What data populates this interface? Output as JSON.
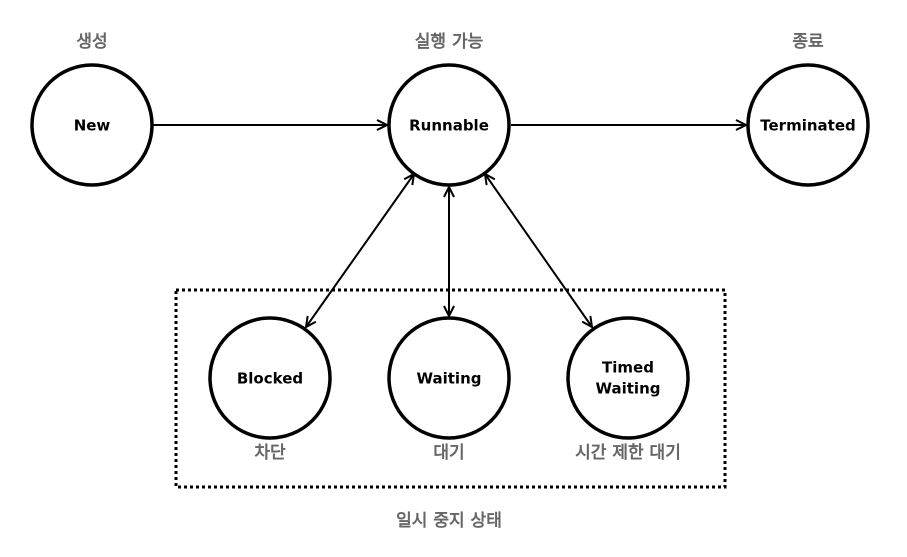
{
  "states": {
    "new": {
      "label": "New",
      "caption": "생성"
    },
    "runnable": {
      "label": "Runnable",
      "caption": "실행 가능"
    },
    "terminated": {
      "label": "Terminated",
      "caption": "종료"
    },
    "blocked": {
      "label": "Blocked",
      "caption": "차단"
    },
    "waiting": {
      "label": "Waiting",
      "caption": "대기"
    },
    "timed_waiting": {
      "label_line1": "Timed",
      "label_line2": "Waiting",
      "caption": "시간 제한 대기"
    }
  },
  "group": {
    "label": "일시 중지 상태"
  },
  "colors": {
    "stroke": "#000000",
    "caption": "#666666"
  }
}
